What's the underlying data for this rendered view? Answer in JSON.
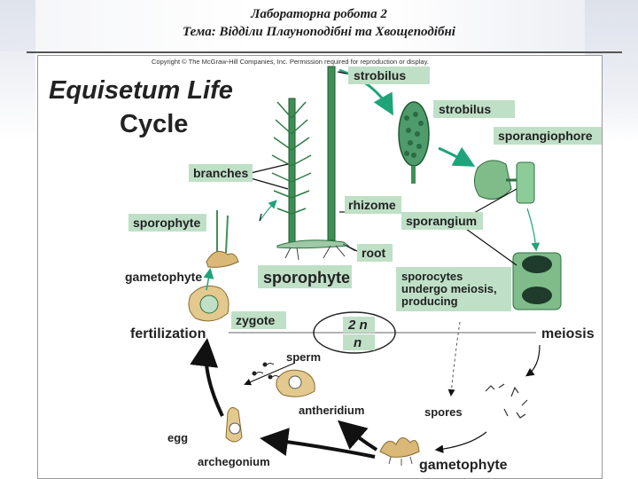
{
  "slide": {
    "title_line1": "Лабораторна робота 2",
    "title_line2": "Тема: Відділи Плауноподібні та Хвощеподібні"
  },
  "figure": {
    "copyright": "Copyright © The McGraw-Hill Companies, Inc. Permission required for reproduction or display.",
    "title_line1": "Equisetum Life",
    "title_line2": "Cycle",
    "labels": {
      "strobilus_top": "strobilus",
      "strobilus": "strobilus",
      "sporangiophore": "sporangiophore",
      "branches": "branches",
      "rhizome": "rhizome",
      "sporangium": "sporangium",
      "sporophyte_small": "sporophyte",
      "root": "root",
      "gametophyte_small": "gametophyte",
      "sporophyte_big": "sporophyte",
      "sporocytes_1": "sporocytes",
      "sporocytes_2": "undergo meiosis,",
      "sporocytes_3": "producing",
      "zygote": "zygote",
      "fertilization": "fertilization",
      "ploidy_2n": "2 n",
      "ploidy_n": "n",
      "meiosis": "meiosis",
      "sperm": "sperm",
      "antheridium": "antheridium",
      "spores": "spores",
      "egg": "egg",
      "archegonium": "archegonium",
      "gametophyte_big": "gametophyte"
    },
    "colors": {
      "label_box": "#bfe0c7",
      "arrow_green": "#1fa37a",
      "arrow_black": "#111111",
      "plant_green": "#3f8f55",
      "spore_tan": "#d9b878"
    }
  }
}
